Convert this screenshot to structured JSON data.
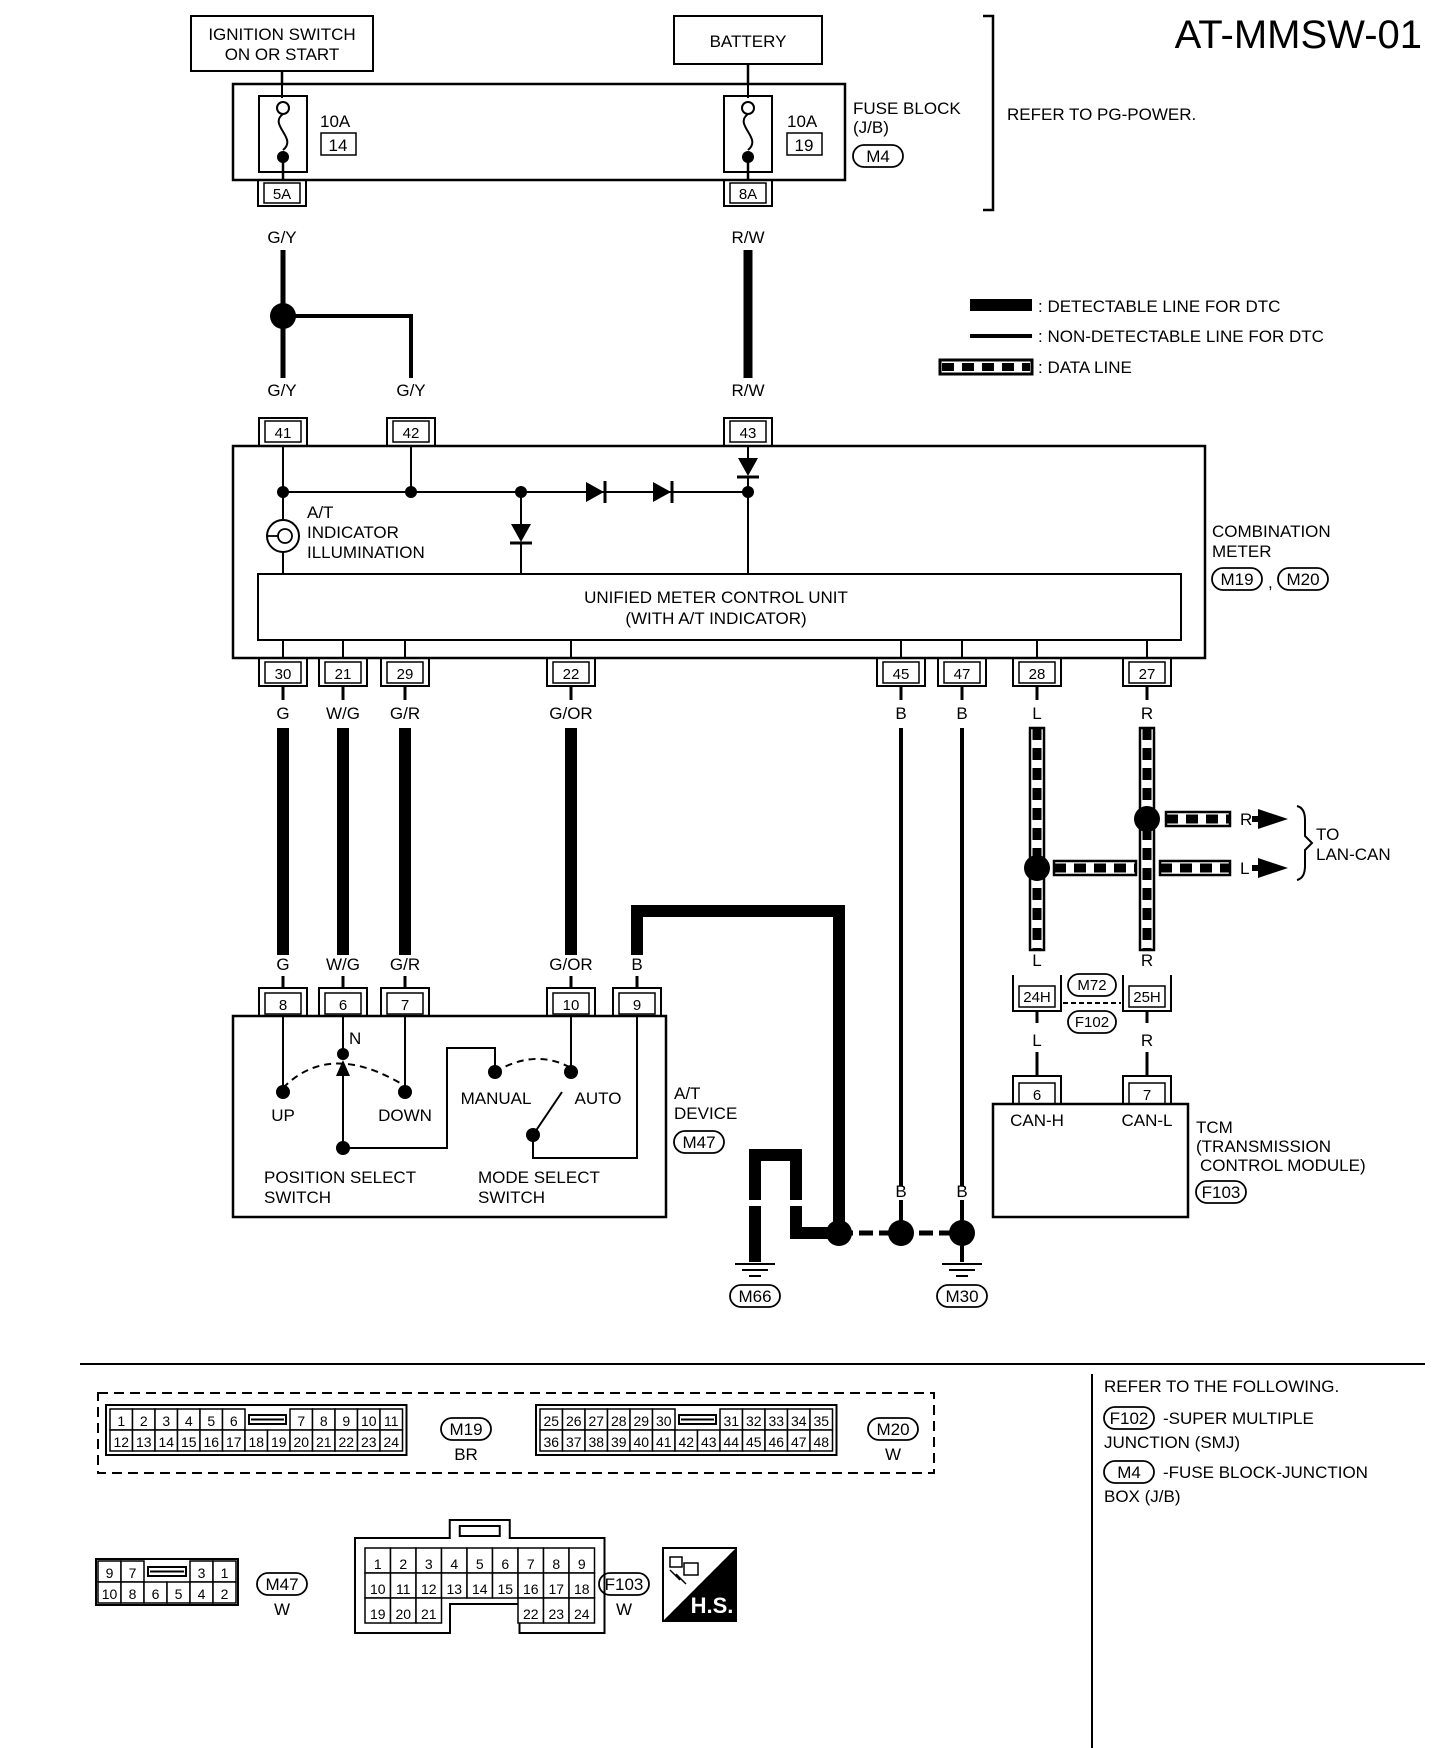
{
  "title": "AT-MMSW-01",
  "boxes": {
    "ignition_line1": "IGNITION SWITCH",
    "ignition_line2": "ON OR START",
    "battery": "BATTERY"
  },
  "fuse_block": {
    "line1": "FUSE BLOCK",
    "line2": "(J/B)",
    "connector": "M4",
    "fuse_left_rating": "10A",
    "fuse_left_no": "14",
    "fuse_right_rating": "10A",
    "fuse_right_no": "19",
    "term_left": "5A",
    "term_right": "8A",
    "refer": "REFER TO PG-POWER."
  },
  "legend": {
    "detectable": ": DETECTABLE LINE FOR DTC",
    "non_detectable": ": NON-DETECTABLE LINE FOR DTC",
    "data_line": ": DATA LINE"
  },
  "wires": {
    "gy": "G/Y",
    "rw": "R/W",
    "g": "G",
    "wg": "W/G",
    "gr": "G/R",
    "gor": "G/OR",
    "b": "B",
    "l": "L",
    "r": "R"
  },
  "combination_meter": {
    "line1": "COMBINATION",
    "line2": "METER",
    "conn1": "M19",
    "sep": ",",
    "conn2": "M20",
    "ind1": "A/T",
    "ind2": "INDICATOR",
    "ind3": "ILLUMINATION",
    "unit1": "UNIFIED METER CONTROL UNIT",
    "unit2": "(WITH A/T INDICATOR)",
    "pins_top": [
      "41",
      "42",
      "43"
    ],
    "pins_bottom": [
      "30",
      "21",
      "29",
      "22",
      "45",
      "47",
      "28",
      "27"
    ]
  },
  "lan": {
    "to1": "TO",
    "to2": "LAN-CAN"
  },
  "smj": {
    "pin_l": "24H",
    "pin_r": "25H",
    "conn1": "M72",
    "conn2": "F102"
  },
  "at_device": {
    "pins": [
      "8",
      "6",
      "7",
      "10",
      "9"
    ],
    "n": "N",
    "up": "UP",
    "down": "DOWN",
    "manual": "MANUAL",
    "auto": "AUTO",
    "pos1": "POSITION SELECT",
    "pos2": "SWITCH",
    "mode1": "MODE SELECT",
    "mode2": "SWITCH",
    "label1": "A/T",
    "label2": "DEVICE",
    "connector": "M47"
  },
  "tcm": {
    "pin_h": "6",
    "pin_l": "7",
    "canh": "CAN-H",
    "canl": "CAN-L",
    "line1": "TCM",
    "line2": "(TRANSMISSION",
    "line3": "CONTROL MODULE)",
    "connector": "F103"
  },
  "grounds": {
    "g1": "M66",
    "g2": "M30"
  },
  "refer_box": {
    "heading": "REFER TO THE FOLLOWING.",
    "item1_conn": "F102",
    "item1_a": "-SUPER MULTIPLE",
    "item1_b": "JUNCTION (SMJ)",
    "item2_conn": "M4",
    "item2_a": "-FUSE BLOCK-JUNCTION",
    "item2_b": "BOX (J/B)"
  },
  "connector_views": {
    "m19": {
      "name": "M19",
      "color": "BR",
      "row1a": [
        "1",
        "2",
        "3",
        "4",
        "5",
        "6"
      ],
      "row1b": [
        "7",
        "8",
        "9",
        "10",
        "11"
      ],
      "row2": [
        "12",
        "13",
        "14",
        "15",
        "16",
        "17",
        "18",
        "19",
        "20",
        "21",
        "22",
        "23",
        "24"
      ]
    },
    "m20": {
      "name": "M20",
      "color": "W",
      "row1a": [
        "25",
        "26",
        "27",
        "28",
        "29",
        "30"
      ],
      "row1b": [
        "31",
        "32",
        "33",
        "34",
        "35"
      ],
      "row2": [
        "36",
        "37",
        "38",
        "39",
        "40",
        "41",
        "42",
        "43",
        "44",
        "45",
        "46",
        "47",
        "48"
      ]
    },
    "m47": {
      "name": "M47",
      "color": "W",
      "row1a": [
        "9",
        "7"
      ],
      "row1b": [
        "3",
        "1"
      ],
      "row2": [
        "10",
        "8",
        "6",
        "5",
        "4",
        "2"
      ]
    },
    "f103": {
      "name": "F103",
      "color": "W",
      "row1": [
        "1",
        "2",
        "3",
        "4",
        "5",
        "6",
        "7",
        "8",
        "9"
      ],
      "row2": [
        "10",
        "11",
        "12",
        "13",
        "14",
        "15",
        "16",
        "17",
        "18"
      ],
      "row3a": [
        "19",
        "20",
        "21"
      ],
      "row3b": [
        "22",
        "23",
        "24"
      ]
    },
    "hs": "H.S."
  }
}
